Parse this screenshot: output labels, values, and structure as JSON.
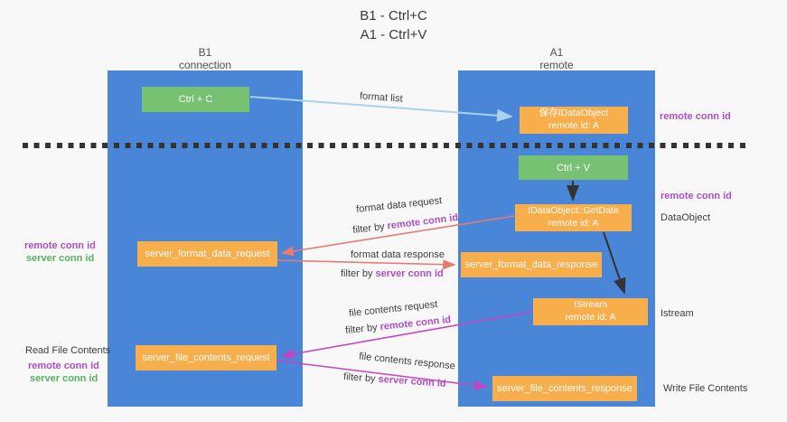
{
  "title": {
    "line1": "B1 - Ctrl+C",
    "line2": "A1 - Ctrl+V"
  },
  "columns": {
    "left": {
      "name": "B1",
      "role": "connection"
    },
    "right": {
      "name": "A1",
      "role": "remote"
    }
  },
  "nodes": {
    "ctrl_c": {
      "label": "Ctrl + C"
    },
    "save_dataobject": {
      "line1": "保存IDataObject",
      "line2": "remote id: A"
    },
    "ctrl_v": {
      "label": "Ctrl + V"
    },
    "getdata": {
      "line1": "IDataObject::GetData",
      "line2": "remote id: A"
    },
    "format_request": {
      "label": "server_format_data_request"
    },
    "format_response": {
      "label": "server_format_data_response"
    },
    "istream": {
      "line1": "IStream",
      "line2": "remote id: A"
    },
    "file_request": {
      "label": "server_file_contents_request"
    },
    "file_response": {
      "label": "server_file_contents_response"
    }
  },
  "edge_labels": {
    "format_list": "format list",
    "format_data_request": "format data request",
    "format_data_response": "format data response",
    "file_contents_request": "file contents request",
    "file_contents_response": "file contents response",
    "filter_by": "filter by",
    "remote_conn_id": "remote conn id",
    "server_conn_id": "server conn id"
  },
  "side_labels": {
    "remote_conn_id": "remote conn id",
    "server_conn_id": "server conn id",
    "dataobject": "DataObject",
    "istream": "Istream",
    "read_file_contents": "Read File Contents",
    "write_file_contents": "Write File Contents"
  },
  "colors": {
    "column_blue": "#4a86d8",
    "box_orange": "#f9ae4c",
    "box_green": "#77c173",
    "arrow_blue": "#a8d3ee",
    "arrow_black": "#333333",
    "arrow_red": "#e87a72",
    "arrow_magenta": "#c743c4",
    "label_purple": "#ad4fc4",
    "label_green": "#57b25f"
  }
}
